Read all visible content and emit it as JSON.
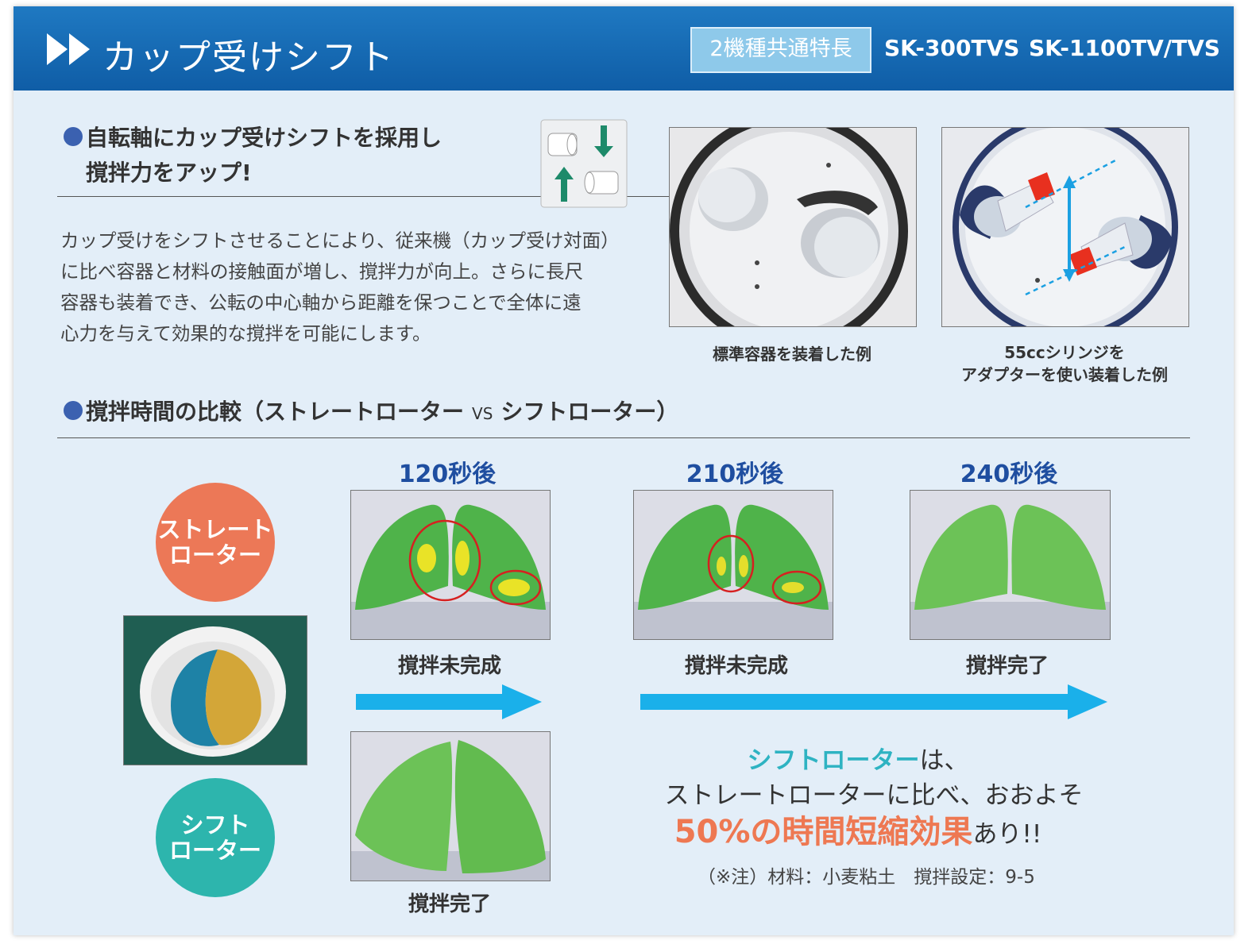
{
  "header": {
    "title": "カップ受けシフト",
    "badge": "2機種共通特長",
    "model1": "SK-300TVS",
    "model2": "SK-1100TV/TVS"
  },
  "feature": {
    "heading_line1": "自転軸にカップ受けシフトを採用し",
    "heading_line2": "撹拌力をアップ!",
    "body_lines": [
      "カップ受けをシフトさせることにより、従来機（カップ受け対面）",
      "に比べ容器と材料の接触面が増し、撹拌力が向上。さらに長尺",
      "容器も装着でき、公転の中心軸から距離を保つことで全体に遠",
      "心力を与えて効果的な撹拌を可能にします。"
    ],
    "photo1_caption": "標準容器を装着した例",
    "photo2_caption_line1": "55ccシリンジを",
    "photo2_caption_line2": "アダプターを使い装着した例"
  },
  "comparison": {
    "heading": "撹拌時間の比較（ストレートローター",
    "heading_vs": "VS",
    "heading_end": "シフトローター）",
    "straight_label_line1": "ストレート",
    "straight_label_line2": "ローター",
    "shift_label_line1": "シフト",
    "shift_label_line2": "ローター",
    "times": [
      "120秒後",
      "210秒後",
      "240秒後"
    ],
    "straight_states": [
      "撹拌未完成",
      "撹拌未完成",
      "撹拌完了"
    ],
    "shift_state": "撹拌完了",
    "summary_teal": "シフトローター",
    "summary_line1_end": "は、",
    "summary_line2": "ストレートローターに比べ、おおよそ",
    "summary_orange": "50%の時間短縮効果",
    "summary_line3_end": "あり!!",
    "note": "（※注）材料：小麦粘土　撹拌設定：9-5"
  },
  "colors": {
    "header_blue": "#1467b1",
    "panel_bg": "#e3eef8",
    "bullet_blue": "#3b61b0",
    "straight_circle": "#ec7857",
    "shift_circle": "#2db5ad",
    "arrow_cyan": "#1ab0ea",
    "time_blue": "#1f4ea0",
    "clay_green": "#5fbf47"
  }
}
